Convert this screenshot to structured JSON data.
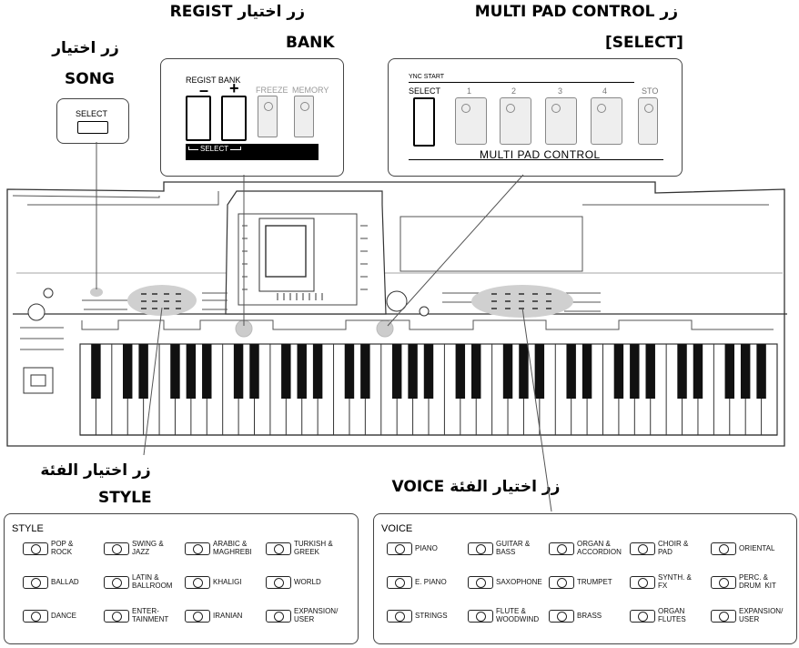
{
  "headings": {
    "regist_line1": "زر اختيار REGIST",
    "regist_line2": "BANK",
    "multipad_line1": "زر MULTI PAD CONTROL",
    "multipad_line2": "[SELECT]",
    "song_line1": "زر اختيار",
    "song_line2": "SONG",
    "style_line1": "زر اختيار الفئة",
    "style_line2": "STYLE",
    "voice_line1": "زر اختيار الفئة VOICE"
  },
  "song_panel": {
    "select": "SELECT"
  },
  "regist_panel": {
    "regist_bank": "REGIST  BANK",
    "minus": "–",
    "plus": "+",
    "freeze": "FREEZE",
    "memory": "MEMORY",
    "select_bar": "SELECT"
  },
  "multipad_panel": {
    "sync_start": "YNC START",
    "select": "SELECT",
    "pad_numbers": [
      "1",
      "2",
      "3",
      "4"
    ],
    "stop": "STO",
    "title": "MULTI PAD CONTROL"
  },
  "style_panel": {
    "title": "STYLE",
    "buttons": [
      "POP &\nROCK",
      "SWING &\nJAZZ",
      "ARABIC &\nMAGHREBI",
      "TURKISH &\nGREEK",
      "BALLAD",
      "LATIN &\nBALLROOM",
      "KHALIGI",
      "WORLD",
      "DANCE",
      "ENTER-\nTAINMENT",
      "IRANIAN",
      "EXPANSION/\nUSER"
    ]
  },
  "voice_panel": {
    "title": "VOICE",
    "buttons": [
      "PIANO",
      "GUITAR &\nBASS",
      "ORGAN &\nACCORDION",
      "CHOIR &\nPAD",
      "ORIENTAL",
      "E. PIANO",
      "SAXOPHONE",
      "TRUMPET",
      "SYNTH. &\nFX",
      "PERC. &\nDRUM  KIT",
      "STRINGS",
      "FLUTE &\nWOODWIND",
      "BRASS",
      "ORGAN\nFLUTES",
      "EXPANSION/\nUSER"
    ]
  }
}
